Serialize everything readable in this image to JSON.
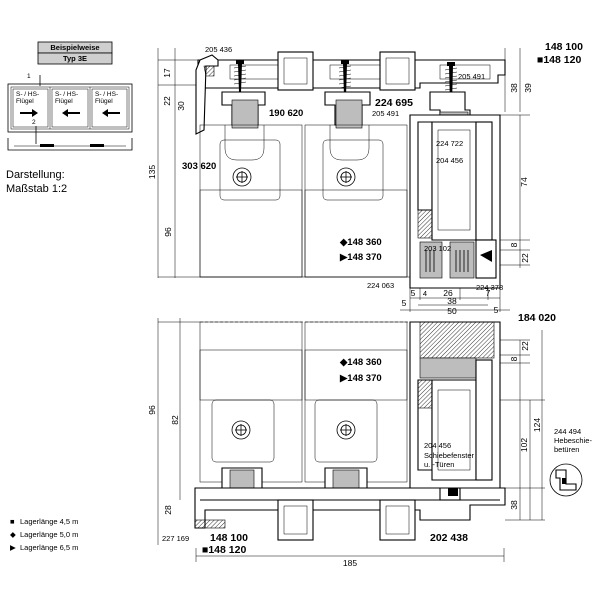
{
  "example_box": {
    "title_line1": "Beispielweise",
    "title_line2": "Typ 3E",
    "label_1": "1",
    "label_2": "2",
    "panels": [
      {
        "line1": "S- / HS-",
        "line2": "Flügel"
      },
      {
        "line1": "S- / HS-",
        "line2": "Flügel"
      },
      {
        "line1": "S- / HS-",
        "line2": "Flügel"
      }
    ]
  },
  "scale_note": {
    "line1": "Darstellung:",
    "line2": "Maßstab 1:2"
  },
  "legend": [
    {
      "symbol": "■",
      "text": "Lagerlänge 4,5 m"
    },
    {
      "symbol": "◆",
      "text": "Lagerlänge 5,0 m"
    },
    {
      "symbol": "▶",
      "text": "Lagerlänge 6,5 m"
    }
  ],
  "part_numbers": {
    "top_right_1": "148 100",
    "top_right_2": "■148 120",
    "p205436": "205 436",
    "p205491_a": "205 491",
    "p205491_b": "205 491",
    "p190620": "190 620",
    "p224695": "224 695",
    "p303620": "303 620",
    "p224722": "224 722",
    "p204456": "204 456",
    "upper_148360": "◆148 360",
    "upper_148370": "▶148 370",
    "p203102": "203 102",
    "p224063": "224 063",
    "p224378": "224 378",
    "p184020": "184 020",
    "lower_148360": "◆148 360",
    "lower_148370": "▶148 370",
    "p204456_lower": "204 456",
    "lower_note_1": "Schiebefenster",
    "lower_note_2": "u. -Türen",
    "p244494": "244 494",
    "p244494_note_1": "Hebeschie-",
    "p244494_note_2": "betüren",
    "p227169": "227 169",
    "bottom_148100": "148 100",
    "bottom_148120": "■148 120",
    "p202438": "202 438"
  },
  "dimensions": {
    "d17": "17",
    "d22_top": "22",
    "d30": "30",
    "d135": "135",
    "d96_top": "96",
    "d38_right": "38",
    "d39_right": "39",
    "d74": "74",
    "d8_top": "8",
    "d22_right_top": "22",
    "d5_a": "5",
    "d4": "4",
    "d26": "26",
    "d7": "7",
    "d38_bottom": "38",
    "d5_b": "5",
    "d50": "50",
    "d5_c": "5",
    "d22_right_low": "22",
    "d8_low": "8",
    "d96_low": "96",
    "d82": "82",
    "d124": "124",
    "d102": "102",
    "d38_low": "38",
    "d28": "28",
    "d185": "185"
  }
}
